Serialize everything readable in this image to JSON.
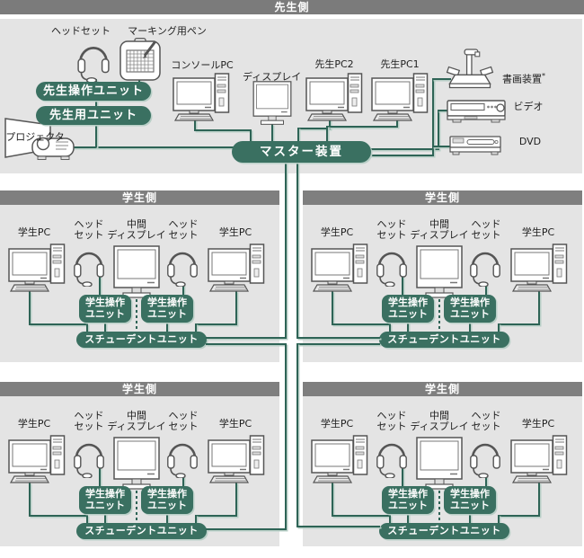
{
  "colors": {
    "accent_green": "#3a7061",
    "line_green": "#2e6456",
    "line_highlight": "#b9cfc7",
    "panel_gray": "#e4e4e4",
    "header_gray": "#7b7b7b"
  },
  "teacher": {
    "banner": "先生側",
    "headset_label": "ヘッドセット",
    "marking_pen_label": "マーキング用ペン",
    "teacher_control_unit": "先生操作ユニット",
    "teacher_unit": "先生用ユニット",
    "projector_label": "プロジェクタ",
    "console_pc_label": "コンソールPC",
    "display_label": "ディスプレイ",
    "teacher_pc2_label": "先生PC2",
    "teacher_pc1_label": "先生PC1",
    "document_camera_label": "書画装置",
    "document_camera_note": "*",
    "video_label": "ビデオ",
    "dvd_label": "DVD",
    "master_unit": "マスター装置"
  },
  "student_panel": {
    "banner": "学生側",
    "pc_label": "学生PC",
    "headset_line1": "ヘッド",
    "headset_line2": "セット",
    "mid_display_line1": "中間",
    "mid_display_line2": "ディスプレイ",
    "control_unit_line1": "学生操作",
    "control_unit_line2": "ユニット",
    "student_unit": "スチューデントユニット"
  },
  "icons": [
    "headset-icon",
    "marking-pen-tablet-icon",
    "projector-icon",
    "desktop-pc-icon",
    "monitor-icon",
    "document-camera-icon",
    "vcr-icon",
    "dvd-player-icon"
  ]
}
